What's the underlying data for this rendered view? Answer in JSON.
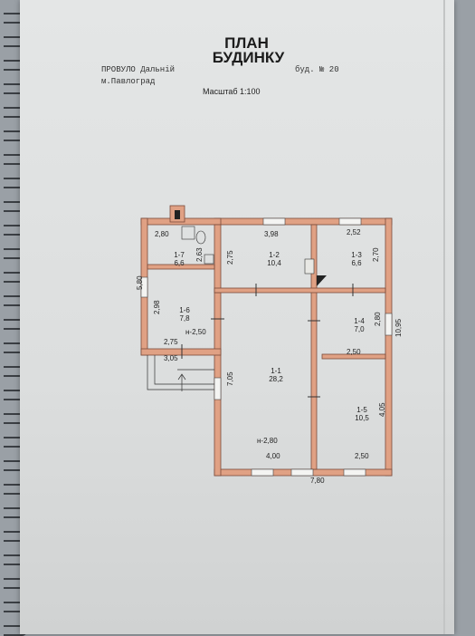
{
  "header": {
    "title_line1": "ПЛАН",
    "title_line2": "БУДИНКУ",
    "street": "ПРОВУЛО  Дальній",
    "building": "буд. № 20",
    "city": "м.Павлоград",
    "scale": "Масштаб 1:100"
  },
  "rooms": [
    {
      "id": "1-1",
      "area": "28,2"
    },
    {
      "id": "1-2",
      "area": "10,4"
    },
    {
      "id": "1-3",
      "area": "6,6"
    },
    {
      "id": "1-4",
      "area": "7,0"
    },
    {
      "id": "1-5",
      "area": "10,5"
    },
    {
      "id": "1-6",
      "area": "7,8"
    },
    {
      "id": "1-7",
      "area": "6,6"
    }
  ],
  "dimensions": {
    "d_280_top": "2,80",
    "d_398": "3,98",
    "d_252": "2,52",
    "d_263": "2,63",
    "d_275_v": "2,75",
    "d_270": "2,70",
    "d_580": "5,80",
    "d_298": "2,98",
    "d_280_right": "2,80",
    "d_1095": "10,95",
    "d_275_h": "2,75",
    "d_305": "3,05",
    "d_250_mid": "2,50",
    "d_705": "7,05",
    "d_405": "4,05",
    "d_400": "4,00",
    "d_250_bottom": "2,50",
    "d_780": "7,80"
  },
  "heights": {
    "h_250": "н-2,50",
    "h_280": "н-2,80"
  },
  "colors": {
    "wall_fill": "#e0a184",
    "wall_stroke": "#7a4a3a",
    "line": "#333333"
  }
}
